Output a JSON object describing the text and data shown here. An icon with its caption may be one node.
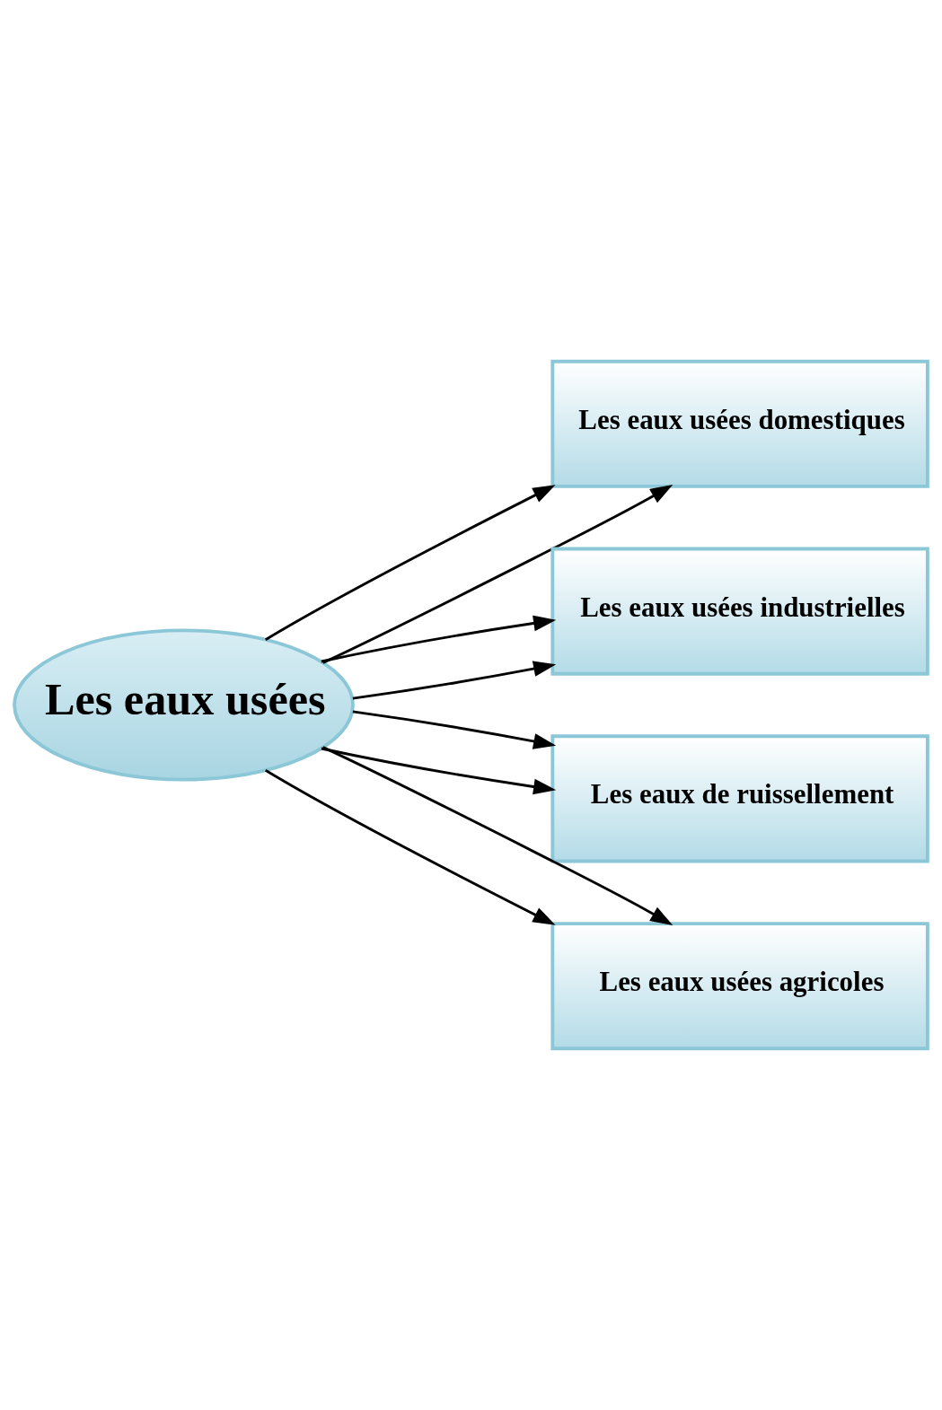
{
  "diagram": {
    "nodes": [
      {
        "text": [
          "Les eaux usées"
        ]
      },
      {
        "text": [
          "Les eaux usées domestiques"
        ]
      },
      {
        "text": [
          "Les eaux usées industrielles"
        ]
      },
      {
        "text": [
          "Les eaux de ruissellement"
        ]
      },
      {
        "text": [
          "Les eaux usées agricoles"
        ]
      }
    ],
    "edges": [
      {
        "from": 0,
        "to": 1,
        "arrow": "to"
      },
      {
        "from": 0,
        "to": 2,
        "arrow": "to"
      },
      {
        "from": 0,
        "to": 3,
        "arrow": "to"
      },
      {
        "from": 0,
        "to": 4,
        "arrow": "to"
      },
      {
        "from": 0,
        "to": 1,
        "arrow": "to"
      },
      {
        "from": 0,
        "to": 2,
        "arrow": "to"
      },
      {
        "from": 0,
        "to": 3,
        "arrow": "to"
      },
      {
        "from": 0,
        "to": 4,
        "arrow": "to"
      }
    ]
  }
}
